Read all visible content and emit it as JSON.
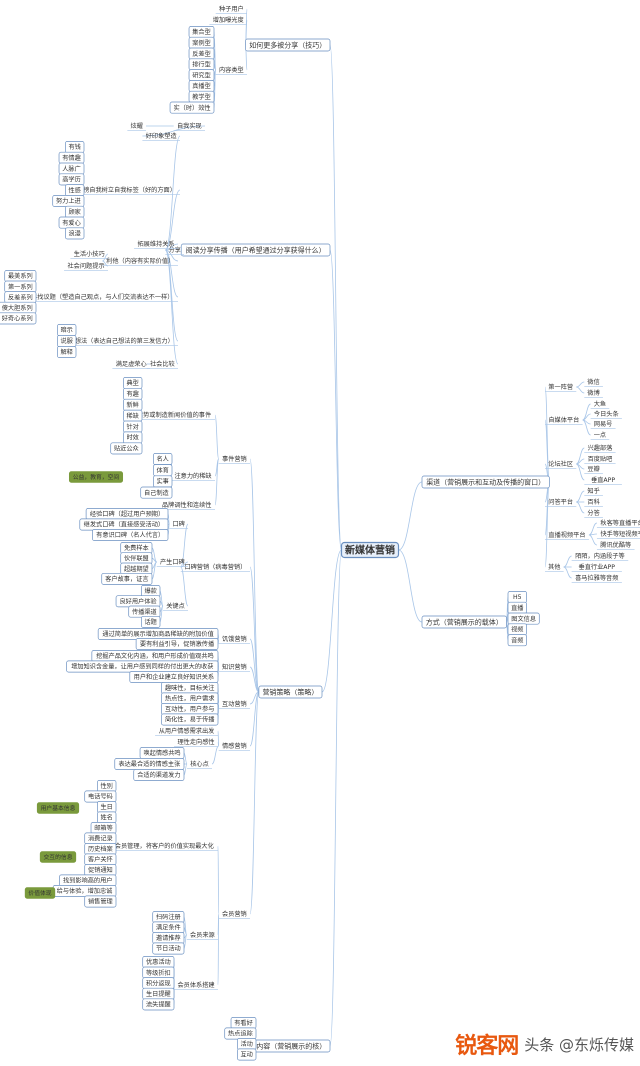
{
  "center": "新媒体营销",
  "branches": [
    {
      "label": "如何更多被分享（技巧）",
      "children": [
        {
          "label": "种子用户"
        },
        {
          "label": "增加曝光度"
        },
        {
          "label": "内容类型",
          "children": [
            {
              "label": "集合型"
            },
            {
              "label": "案例型"
            },
            {
              "label": "反差型"
            },
            {
              "label": "排行型"
            },
            {
              "label": "研究型"
            },
            {
              "label": "真播型"
            },
            {
              "label": "教学型"
            },
            {
              "label": "实（时）效性"
            }
          ]
        }
      ]
    },
    {
      "label": "阅读分享传播（用户希望通过分享获得什么）",
      "children": [
        {
          "label": "分享",
          "children": [
            {
              "label": "炫耀",
              "children": [
                {
                  "label": "自我实现"
                }
              ]
            },
            {
              "label": "好印象塑造",
              "children": []
            },
            {
              "label": "标榜自我树立自我标签（好的方面）",
              "children": [
                {
                  "label": "有钱"
                },
                {
                  "label": "有情趣"
                },
                {
                  "label": "人脉广"
                },
                {
                  "label": "高学历"
                },
                {
                  "label": "性感"
                },
                {
                  "label": "努力上进"
                },
                {
                  "label": "顾家"
                },
                {
                  "label": "有爱心"
                },
                {
                  "label": "浪漫"
                }
              ]
            },
            {
              "label": "拓展维持关系"
            },
            {
              "label": "利他（内容有实际价值）",
              "children": [
                {
                  "label": "生活小技巧"
                },
                {
                  "label": "社会问题提示"
                }
              ]
            },
            {
              "label": "寻找议题（塑造自己观点，与人们交流表达不一样）",
              "children": [
                {
                  "label": "最美系列"
                },
                {
                  "label": "第一系列"
                },
                {
                  "label": "反差系列"
                },
                {
                  "label": "傻大胆系列"
                },
                {
                  "label": "好奇心系列"
                }
              ]
            },
            {
              "label": "表达想法（表达自己想法的第三发信力）",
              "children": [
                {
                  "label": "暗示"
                },
                {
                  "label": "说服"
                },
                {
                  "label": "解释"
                }
              ]
            },
            {
              "label": "满足虚荣心",
              "children": [
                {
                  "label": "社会比较"
                }
              ]
            }
          ]
        }
      ]
    },
    {
      "label": "营销策略（策略）",
      "children": [
        {
          "label": "事件营销",
          "children": [
            {
              "label": "借势或制造新闻价值的事件",
              "children": [
                {
                  "label": "典型"
                },
                {
                  "label": "有趣"
                },
                {
                  "label": "新鲜"
                },
                {
                  "label": "稀缺"
                },
                {
                  "label": "针对"
                },
                {
                  "label": "时效"
                },
                {
                  "label": "贴近公众"
                }
              ]
            },
            {
              "label": "注意力的稀缺",
              "children": [
                {
                  "label": "名人"
                },
                {
                  "label": "体育"
                },
                {
                  "label": "实事"
                },
                {
                  "label": "自己制造"
                }
              ]
            },
            {
              "label": "品牌调性和连续性"
            }
          ]
        },
        {
          "label": "口碑营销（病毒营销）",
          "children": [
            {
              "label": "口碑",
              "children": [
                {
                  "label": "经验口碑（超过用户预期）"
                },
                {
                  "label": "继发式口碑（直接感受活动）"
                },
                {
                  "label": "有意识口碑（名人代言）"
                }
              ]
            },
            {
              "label": "产生口碑",
              "children": [
                {
                  "label": "免费样本"
                },
                {
                  "label": "伙伴联盟"
                },
                {
                  "label": "超越期望"
                },
                {
                  "label": "客户故事，证言"
                }
              ]
            },
            {
              "label": "关键点",
              "children": [
                {
                  "label": "爆款"
                },
                {
                  "label": "良好用户体验"
                },
                {
                  "label": "传播渠道"
                },
                {
                  "label": "话题"
                }
              ]
            }
          ]
        },
        {
          "label": "饥饿营销",
          "children": [
            {
              "label": "通过简单的展示增加商品稀缺的附加价值"
            },
            {
              "label": "要有利益引导，促销激传播"
            }
          ]
        },
        {
          "label": "知识营销",
          "children": [
            {
              "label": "挖掘产品文化内涵，和用户形成价值观共鸣"
            },
            {
              "label": "增加知识含金量，让用户感到同样的付出更大的收获"
            },
            {
              "label": "用户和企业建立良好知识关系"
            }
          ]
        },
        {
          "label": "互动营销",
          "children": [
            {
              "label": "趣味性，目标关注"
            },
            {
              "label": "热点性，用户需求"
            },
            {
              "label": "互动性，用户参与"
            },
            {
              "label": "简化性，易于传播"
            }
          ]
        },
        {
          "label": "情感营销",
          "children": [
            {
              "label": "从用户情感需求出发"
            },
            {
              "label": "理性走向感性"
            },
            {
              "label": "核心点",
              "children": [
                {
                  "label": "唤起情感共鸣"
                },
                {
                  "label": "表达最合适的情感主张"
                },
                {
                  "label": "合适的渠道发力"
                }
              ]
            }
          ]
        },
        {
          "label": "会员营销",
          "children": [
            {
              "label": "基于会员管理，将客户的价值实现最大化",
              "children": [
                {
                  "label": "性别"
                },
                {
                  "label": "电话号码"
                },
                {
                  "label": "生日"
                },
                {
                  "label": "姓名"
                },
                {
                  "label": "邮箱等"
                },
                {
                  "label": "消费记录"
                },
                {
                  "label": "历史档案"
                },
                {
                  "label": "客户关怀"
                },
                {
                  "label": "促销通知"
                },
                {
                  "label": "找到影响高的用户"
                },
                {
                  "label": "给与体验，增加忠诚"
                },
                {
                  "label": "销售管理"
                }
              ]
            },
            {
              "label": "会员来源",
              "children": [
                {
                  "label": "扫码注册"
                },
                {
                  "label": "满足条件"
                },
                {
                  "label": "邀请推荐"
                },
                {
                  "label": "节日活动"
                }
              ]
            },
            {
              "label": "会员体系搭建",
              "children": [
                {
                  "label": "优惠活动"
                },
                {
                  "label": "等级折扣"
                },
                {
                  "label": "积分返现"
                },
                {
                  "label": "生日提醒"
                },
                {
                  "label": "流失提醒"
                }
              ]
            }
          ]
        }
      ]
    },
    {
      "label": "内容（营销展示的核）",
      "children": [
        {
          "label": "有看好"
        },
        {
          "label": "热点追踪"
        },
        {
          "label": "活动"
        },
        {
          "label": "互动"
        }
      ]
    },
    {
      "label": "渠道（营销展示和互动及传播的窗口）",
      "children": [
        {
          "label": "第一阵营",
          "children": [
            {
              "label": "微信"
            },
            {
              "label": "微博"
            }
          ]
        },
        {
          "label": "自媒体平台",
          "children": [
            {
              "label": "大鱼"
            },
            {
              "label": "今日头条"
            },
            {
              "label": "网易号"
            },
            {
              "label": "一点"
            }
          ]
        },
        {
          "label": "论坛社区",
          "children": [
            {
              "label": "兴趣部落"
            },
            {
              "label": "百度贴吧"
            },
            {
              "label": "豆瓣"
            },
            {
              "label": "垂直APP"
            }
          ]
        },
        {
          "label": "问答平台",
          "children": [
            {
              "label": "知乎"
            },
            {
              "label": "百科"
            },
            {
              "label": "分答"
            }
          ]
        },
        {
          "label": "直播视频平台",
          "children": [
            {
              "label": "秋客等直播平台"
            },
            {
              "label": "快手等短视频平台"
            },
            {
              "label": "腾讯优酷等"
            }
          ]
        },
        {
          "label": "其他",
          "children": [
            {
              "label": "陌陌，内涵段子等"
            },
            {
              "label": "垂直行业APP"
            },
            {
              "label": "喜马拉雅等音频"
            }
          ]
        }
      ]
    },
    {
      "label": "方式（营销展示的载体）",
      "children": [
        {
          "label": "H5"
        },
        {
          "label": "直播"
        },
        {
          "label": "图文信息"
        },
        {
          "label": "视频"
        },
        {
          "label": "音频"
        }
      ]
    }
  ],
  "floating_labels": [
    "公益，教育，空间",
    "用户基本信息",
    "交互的信息",
    "价值体现"
  ],
  "watermark": {
    "logo": "锐客网",
    "account": "头条 @东烁传媒"
  },
  "colors": {
    "line": "#a9c6e8",
    "node_border": "#6a8fc0",
    "center_fill": "#e7effa",
    "label_fill": "#7a9a3c"
  }
}
